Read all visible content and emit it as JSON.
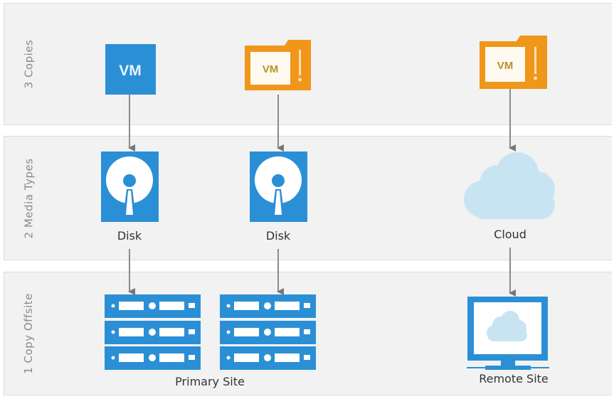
{
  "diagram": {
    "title": "3-2-1 Backup Rule",
    "rows": [
      {
        "id": "copies",
        "label": "3 Copies"
      },
      {
        "id": "media",
        "label": "2 Media Types"
      },
      {
        "id": "offsite",
        "label": "1 Copy Offsite"
      }
    ],
    "nodes": {
      "vm_primary": {
        "label": "VM",
        "icon": "vm-icon"
      },
      "vm_backup_1": {
        "label": "VM",
        "icon": "backup-folder-icon"
      },
      "vm_backup_2": {
        "label": "VM",
        "icon": "backup-folder-icon"
      },
      "disk_1": {
        "label": "Disk",
        "icon": "disk-icon"
      },
      "disk_2": {
        "label": "Disk",
        "icon": "disk-icon"
      },
      "cloud": {
        "label": "Cloud",
        "icon": "cloud-icon"
      },
      "primary_site": {
        "label": "Primary Site",
        "icon": "server-rack-icon"
      },
      "remote_site": {
        "label": "Remote Site",
        "icon": "monitor-cloud-icon"
      }
    },
    "edges": [
      {
        "from": "vm_primary",
        "to": "disk_1"
      },
      {
        "from": "vm_backup_1",
        "to": "disk_2"
      },
      {
        "from": "vm_backup_2",
        "to": "cloud"
      },
      {
        "from": "disk_1",
        "to": "primary_site"
      },
      {
        "from": "disk_2",
        "to": "primary_site"
      },
      {
        "from": "cloud",
        "to": "remote_site"
      }
    ],
    "colors": {
      "primary_blue": "#2b8fd6",
      "backup_orange": "#f0961a",
      "cloud_light": "#c8e4f3",
      "arrow_gray": "#777777"
    }
  }
}
